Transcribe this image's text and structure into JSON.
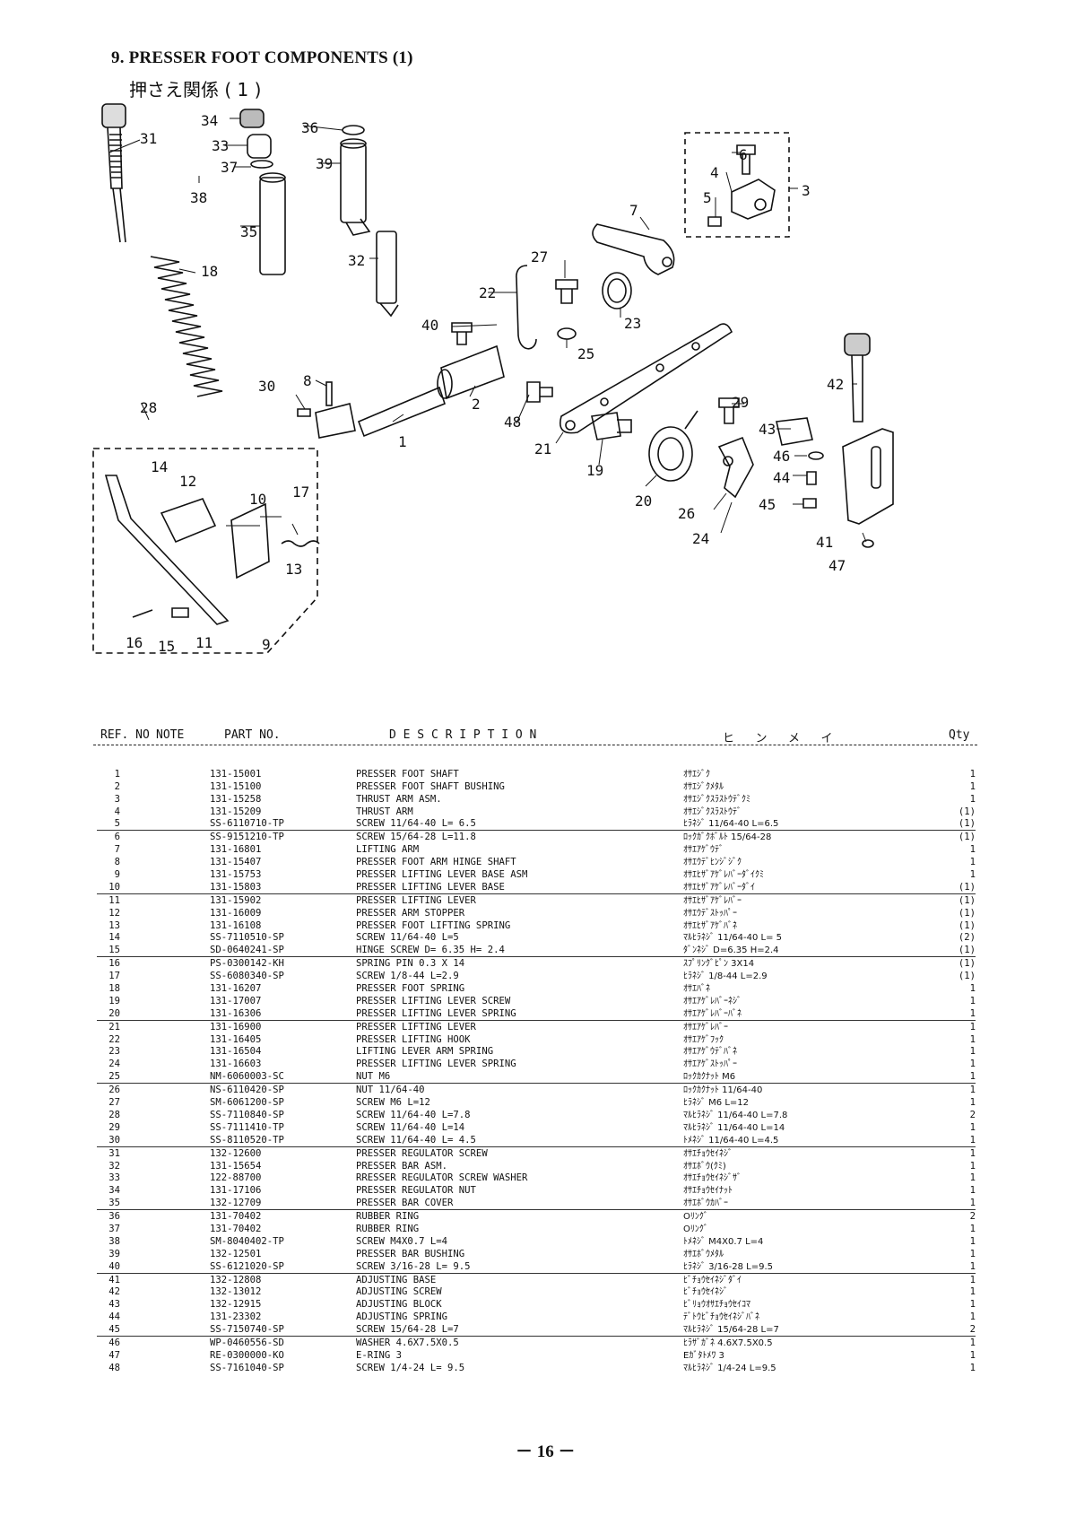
{
  "title": "9. PRESSER FOOT COMPONENTS (1)",
  "subtitle": "押さえ関係 ( 1 )",
  "callouts": [
    "1",
    "2",
    "3",
    "4",
    "5",
    "6",
    "7",
    "8",
    "9",
    "10",
    "11",
    "12",
    "13",
    "14",
    "15",
    "16",
    "17",
    "18",
    "19",
    "20",
    "21",
    "22",
    "23",
    "24",
    "25",
    "26",
    "27",
    "28",
    "29",
    "30",
    "31",
    "32",
    "33",
    "34",
    "35",
    "36",
    "37",
    "38",
    "39",
    "40",
    "41",
    "42",
    "43",
    "44",
    "45",
    "46",
    "47",
    "48"
  ],
  "table_header": {
    "ref_no": "REF. NO",
    "note": "NOTE",
    "part_no": "PART NO.",
    "description": "D E S C R I P T I O N",
    "hinmei": "ヒ   ン   メ   イ",
    "qty": "Qty"
  },
  "parts": [
    {
      "ref": "1",
      "part": "131-15001",
      "desc": "PRESSER FOOT SHAFT",
      "kana": "ｵｻｴｼﾞｸ",
      "qty": "1"
    },
    {
      "ref": "2",
      "part": "131-15100",
      "desc": "PRESSER FOOT SHAFT BUSHING",
      "kana": "ｵｻｴｼﾞｸﾒﾀﾙ",
      "qty": "1"
    },
    {
      "ref": "3",
      "part": "131-15258",
      "desc": "THRUST ARM ASM.",
      "kana": "ｵｻｴｼﾞｸｽﾗｽﾄｳﾃﾞｸﾐ",
      "qty": "1"
    },
    {
      "ref": "4",
      "part": "131-15209",
      "desc": "THRUST ARM",
      "kana": "ｵｻｴｼﾞｸｽﾗｽﾄｳﾃﾞ",
      "qty": "(1)"
    },
    {
      "ref": "5",
      "part": "SS-6110710-TP",
      "desc": "SCREW 11/64-40 L= 6.5",
      "kana": "ﾋﾗﾈｼﾞ 11/64-40 L=6.5",
      "qty": "(1)"
    },
    {
      "ref": "6",
      "part": "SS-9151210-TP",
      "desc": "SCREW 15/64-28 L=11.8",
      "kana": "ﾛｯｸｶﾞｸﾎﾞﾙﾄ 15/64-28",
      "qty": "(1)"
    },
    {
      "ref": "7",
      "part": "131-16801",
      "desc": "LIFTING ARM",
      "kana": "ｵｻｴｱｹﾞｳﾃﾞ",
      "qty": "1"
    },
    {
      "ref": "8",
      "part": "131-15407",
      "desc": "PRESSER FOOT ARM HINGE SHAFT",
      "kana": "ｵｻｴｳﾃﾞﾋﾝｼﾞｼﾞｸ",
      "qty": "1"
    },
    {
      "ref": "9",
      "part": "131-15753",
      "desc": "PRESSER LIFTING LEVER BASE ASM",
      "kana": "ｵｻｴﾋｻﾞｱｹﾞﾚﾊﾞｰﾀﾞｲｸﾐ",
      "qty": "1"
    },
    {
      "ref": "10",
      "part": "131-15803",
      "desc": "PRESSER LIFTING LEVER BASE",
      "kana": "ｵｻｴﾋｻﾞｱｹﾞﾚﾊﾞｰﾀﾞｲ",
      "qty": "(1)"
    },
    {
      "ref": "11",
      "part": "131-15902",
      "desc": "PRESSER LIFTING LEVER",
      "kana": "ｵｻｴﾋｻﾞｱｹﾞﾚﾊﾞｰ",
      "qty": "(1)"
    },
    {
      "ref": "12",
      "part": "131-16009",
      "desc": "PRESSER ARM STOPPER",
      "kana": "ｵｻｴｳﾃﾞｽﾄｯﾊﾟｰ",
      "qty": "(1)"
    },
    {
      "ref": "13",
      "part": "131-16108",
      "desc": "PRESSER FOOT LIFTING SPRING",
      "kana": "ｵｻｴﾋｻﾞｱｹﾞﾊﾞﾈ",
      "qty": "(1)"
    },
    {
      "ref": "14",
      "part": "SS-7110510-SP",
      "desc": "SCREW  11/64-40 L=5",
      "kana": "ﾏﾙﾋﾗﾈｼﾞ 11/64-40 L= 5",
      "qty": "(2)"
    },
    {
      "ref": "15",
      "part": "SD-0640241-SP",
      "desc": "HINGE SCREW D= 6.35 H= 2.4",
      "kana": "ﾀﾞﾝﾈｼﾞ D=6.35 H=2.4",
      "qty": "(1)"
    },
    {
      "ref": "16",
      "part": "PS-0300142-KH",
      "desc": "SPRING PIN 0.3 X 14",
      "kana": "ｽﾌﾟﾘﾝｸﾞﾋﾟﾝ 3X14",
      "qty": "(1)"
    },
    {
      "ref": "17",
      "part": "SS-6080340-SP",
      "desc": "SCREW 1/8-44 L=2.9",
      "kana": "ﾋﾗﾈｼﾞ 1/8-44 L=2.9",
      "qty": "(1)"
    },
    {
      "ref": "18",
      "part": "131-16207",
      "desc": "PRESSER FOOT SPRING",
      "kana": "ｵｻｴﾊﾞﾈ",
      "qty": "1"
    },
    {
      "ref": "19",
      "part": "131-17007",
      "desc": "PRESSER LIFTING LEVER SCREW",
      "kana": "ｵｻｴｱｹﾞﾚﾊﾞｰﾈｼﾞ",
      "qty": "1"
    },
    {
      "ref": "20",
      "part": "131-16306",
      "desc": "PRESSER LIFTING LEVER SPRING",
      "kana": "ｵｻｴｱｹﾞﾚﾊﾞｰﾊﾞﾈ",
      "qty": "1"
    },
    {
      "ref": "21",
      "part": "131-16900",
      "desc": "PRESSER LIFTING LEVER",
      "kana": "ｵｻｴｱｹﾞﾚﾊﾞｰ",
      "qty": "1"
    },
    {
      "ref": "22",
      "part": "131-16405",
      "desc": "PRESSER LIFTING HOOK",
      "kana": "ｵｻｴｱｹﾞﾌｯｸ",
      "qty": "1"
    },
    {
      "ref": "23",
      "part": "131-16504",
      "desc": "LIFTING LEVER ARM SPRING",
      "kana": "ｵｻｴｱｹﾞｳﾃﾞﾊﾞﾈ",
      "qty": "1"
    },
    {
      "ref": "24",
      "part": "131-16603",
      "desc": "PRESSER LIFTING LEVER SPRING",
      "kana": "ｵｻｴｱｹﾞｽﾄｯﾊﾟｰ",
      "qty": "1"
    },
    {
      "ref": "25",
      "part": "NM-6060003-SC",
      "desc": "NUT M6",
      "kana": "ﾛｯｸｶｸﾅｯﾄ M6",
      "qty": "1"
    },
    {
      "ref": "26",
      "part": "NS-6110420-SP",
      "desc": "NUT 11/64-40",
      "kana": "ﾛｯｸｶｸﾅｯﾄ 11/64-40",
      "qty": "1"
    },
    {
      "ref": "27",
      "part": "SM-6061200-SP",
      "desc": "SCREW M6 L=12",
      "kana": "ﾋﾗﾈｼﾞ M6 L=12",
      "qty": "1"
    },
    {
      "ref": "28",
      "part": "SS-7110840-SP",
      "desc": "SCREW 11/64-40 L=7.8",
      "kana": "ﾏﾙﾋﾗﾈｼﾞ 11/64-40 L=7.8",
      "qty": "2"
    },
    {
      "ref": "29",
      "part": "SS-7111410-TP",
      "desc": "SCREW 11/64-40 L=14",
      "kana": "ﾏﾙﾋﾗﾈｼﾞ 11/64-40 L=14",
      "qty": "1"
    },
    {
      "ref": "30",
      "part": "SS-8110520-TP",
      "desc": "SCREW 11/64-40 L= 4.5",
      "kana": "ﾄﾒﾈｼﾞ 11/64-40 L=4.5",
      "qty": "1"
    },
    {
      "ref": "31",
      "part": "132-12600",
      "desc": "PRESSER REGULATOR SCREW",
      "kana": "ｵｻｴﾁｮｳｾｲﾈｼﾞ",
      "qty": "1"
    },
    {
      "ref": "32",
      "part": "131-15654",
      "desc": "PRESSER BAR ASM.",
      "kana": "ｵｻｴﾎﾞｳ(ｸﾐ)",
      "qty": "1"
    },
    {
      "ref": "33",
      "part": "122-88700",
      "desc": "RRESSER REGULATOR SCREW WASHER",
      "kana": "ｵｻｴﾁｮｳｾｲﾈｼﾞｻﾞ",
      "qty": "1"
    },
    {
      "ref": "34",
      "part": "131-17106",
      "desc": "PRESSER REGULATOR NUT",
      "kana": "ｵｻｴﾁｮｳｾｲﾅｯﾄ",
      "qty": "1"
    },
    {
      "ref": "35",
      "part": "132-12709",
      "desc": "PRESSER BAR COVER",
      "kana": "ｵｻｴﾎﾞｳｶﾊﾞｰ",
      "qty": "1"
    },
    {
      "ref": "36",
      "part": "131-70402",
      "desc": "RUBBER RING",
      "kana": "Oﾘﾝｸﾞ",
      "qty": "2"
    },
    {
      "ref": "37",
      "part": "131-70402",
      "desc": "RUBBER RING",
      "kana": "Oﾘﾝｸﾞ",
      "qty": "1"
    },
    {
      "ref": "38",
      "part": "SM-8040402-TP",
      "desc": "SCREW M4X0.7 L=4",
      "kana": "ﾄﾒﾈｼﾞ M4X0.7 L=4",
      "qty": "1"
    },
    {
      "ref": "39",
      "part": "132-12501",
      "desc": "PRESSER BAR BUSHING",
      "kana": "ｵｻｴﾎﾞｳﾒﾀﾙ",
      "qty": "1"
    },
    {
      "ref": "40",
      "part": "SS-6121020-SP",
      "desc": "SCREW 3/16-28 L= 9.5",
      "kana": "ﾋﾗﾈｼﾞ 3/16-28 L=9.5",
      "qty": "1"
    },
    {
      "ref": "41",
      "part": "132-12808",
      "desc": "ADJUSTING BASE",
      "kana": "ﾋﾞﾁｮｳｾｲﾈｼﾞﾀﾞｲ",
      "qty": "1"
    },
    {
      "ref": "42",
      "part": "132-13012",
      "desc": "ADJUSTING SCREW",
      "kana": "ﾋﾞﾁｮｳｾｲﾈｼﾞ",
      "qty": "1"
    },
    {
      "ref": "43",
      "part": "132-12915",
      "desc": "ADJUSTING BLOCK",
      "kana": "ﾋﾞﾘｮｳｵｻｴﾁｮｳｾｲｺﾏ",
      "qty": "1"
    },
    {
      "ref": "44",
      "part": "131-23302",
      "desc": "ADJUSTING SPRING",
      "kana": "ﾃﾞﾄｳﾋﾞﾁｮｳｾｲﾈｼﾞﾊﾞﾈ",
      "qty": "1"
    },
    {
      "ref": "45",
      "part": "SS-7150740-SP",
      "desc": "SCREW  15/64-28 L=7",
      "kana": "ﾏﾙﾋﾗﾈｼﾞ 15/64-28 L=7",
      "qty": "2"
    },
    {
      "ref": "46",
      "part": "WP-0460556-SD",
      "desc": "WASHER  4.6X7.5X0.5",
      "kana": "ﾋﾗｻﾞｶﾞﾈ 4.6X7.5X0.5",
      "qty": "1"
    },
    {
      "ref": "47",
      "part": "RE-0300000-KO",
      "desc": "E-RING 3",
      "kana": "Eｶﾞﾀﾄﾒﾜ 3",
      "qty": "1"
    },
    {
      "ref": "48",
      "part": "SS-7161040-SP",
      "desc": "SCREW 1/4-24  L= 9.5",
      "kana": "ﾏﾙﾋﾗﾈｼﾞ 1/4-24 L=9.5",
      "qty": "1"
    }
  ],
  "page_number": "－ 16 －"
}
